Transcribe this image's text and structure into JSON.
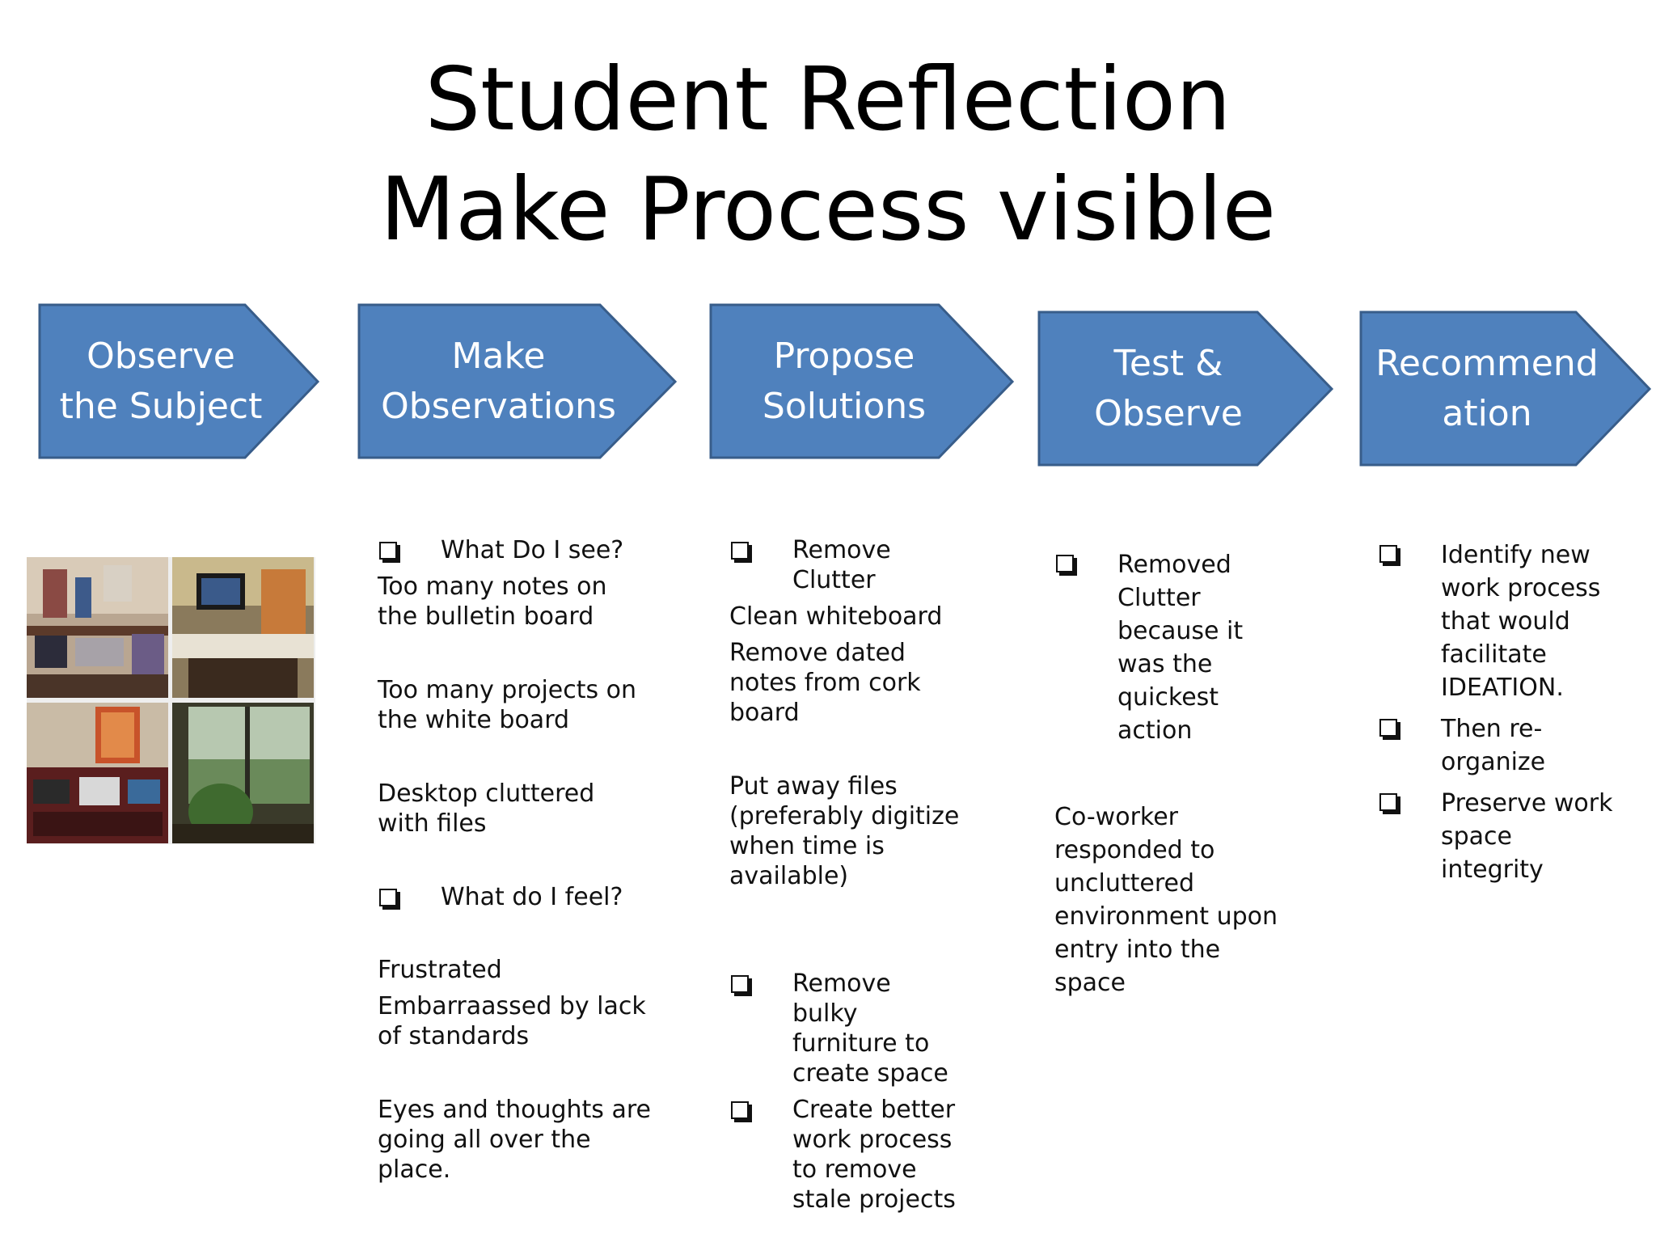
{
  "title": {
    "line1": "Student Reflection",
    "line2": "Make Process visible"
  },
  "colors": {
    "arrow_fill": "#4f81bd",
    "arrow_stroke": "#385d8a",
    "arrow_text": "#ffffff"
  },
  "steps": [
    {
      "line1": "Observe",
      "line2": "the Subject"
    },
    {
      "line1": "Make",
      "line2": "Observations"
    },
    {
      "line1": "Propose",
      "line2": "Solutions"
    },
    {
      "line1": "Test &",
      "line2": "Observe"
    },
    {
      "line1": "Recommend",
      "line2": "ation"
    }
  ],
  "photo": {
    "icon": "office-photo-collage"
  },
  "observations": {
    "q1": "What Do I see?",
    "s1": "Too many notes on the bulletin board",
    "s2": "Too many projects on the white board",
    "s3": "Desktop cluttered with files",
    "q2": "What do I feel?",
    "f1": "Frustrated",
    "f2": "Embarraassed by lack of standards",
    "f3": "Eyes and thoughts are going all over the place."
  },
  "solutions": {
    "b1": "Remove Clutter",
    "p1": "Clean whiteboard",
    "p2": "Remove dated notes from cork board",
    "p3": "Put away files (preferably digitize when time is available)",
    "b2": "Remove bulky furniture to create space",
    "b3": "Create better work process to remove stale projects"
  },
  "test": {
    "b1": "Removed Clutter because it was the quickest action",
    "p1": "Co-worker responded to uncluttered environment upon entry into the space"
  },
  "recommend": {
    "b1": "Identify new work process that would facilitate IDEATION.",
    "b2": "Then re-organize",
    "b3": "Preserve work space integrity"
  }
}
